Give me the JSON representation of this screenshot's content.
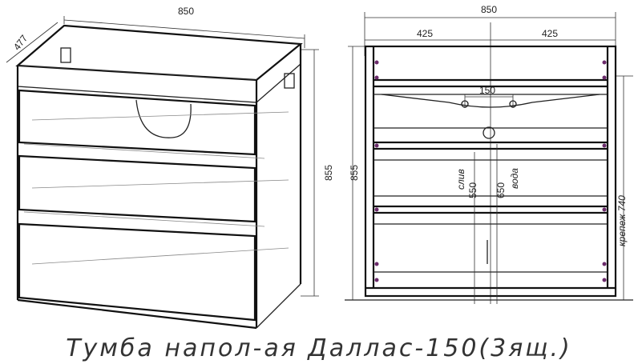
{
  "title": "Тумба напол-ая Даллас-150(3ящ.)",
  "left_view": {
    "width_dim": "850",
    "depth_dim": "477",
    "height_dim": "855"
  },
  "front_view": {
    "width_dim": "850",
    "half_left_dim": "425",
    "half_right_dim": "425",
    "height_dim": "855",
    "hole_spacing_dim": "150",
    "drain_label": "слив",
    "drain_dim": "550",
    "water_dim": "650",
    "water_label": "вода",
    "mount_label": "крепеж 740"
  },
  "colors": {
    "line": "#111111",
    "mount_marks": "#6a2a6a"
  }
}
